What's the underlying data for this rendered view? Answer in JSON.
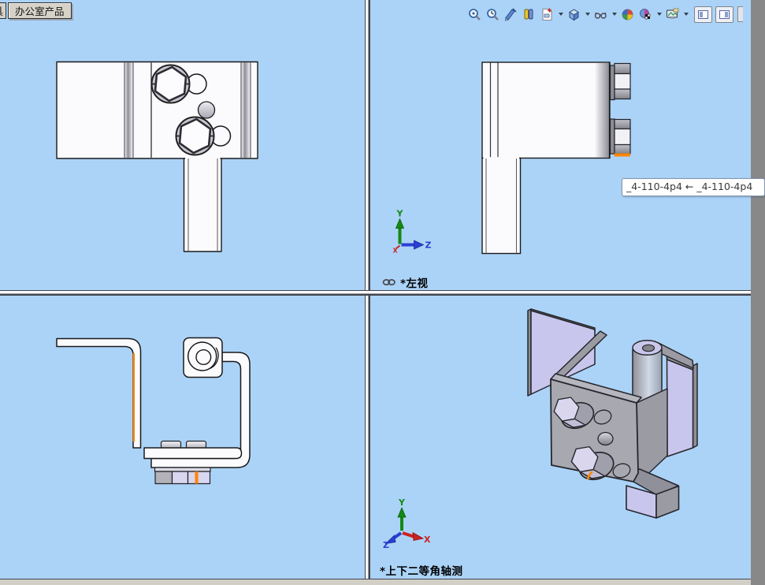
{
  "tabs": {
    "partial": "具",
    "active": "办公室产品"
  },
  "toolbar": {
    "icons": [
      "zoom-to-fit",
      "zoom-to-area",
      "rotate-view",
      "section-view",
      "drawing-annotation",
      "view-orientation",
      "display-style",
      "apply-scene",
      "render-tools",
      "view-settings",
      "collapse-left-panel",
      "collapse-right-panel"
    ]
  },
  "viewports": {
    "top_left": {
      "content": "front view of bracket with two hex bolts"
    },
    "top_right": {
      "label": "*左视",
      "tooltip": "_4-110-4p4 ← _4-110-4p4"
    },
    "bottom_left": {
      "content": "side view of bracket with nuts and bolt heads"
    },
    "bottom_right": {
      "label": "*上下二等角轴测"
    }
  },
  "triad": {
    "x": "X",
    "y": "Y",
    "z": "Z"
  },
  "colors": {
    "background": "#abd3f7",
    "outline": "#1a1a1a",
    "part_fill": "#fbfbfe",
    "metal_gray": "#a8a8b1",
    "metal_lavender": "#c9c6ee",
    "highlight_orange": "#ff8400",
    "axis_x": "#cc2222",
    "axis_y": "#148814",
    "axis_z": "#2a3fd4",
    "chrome": "#d4d0c8"
  }
}
